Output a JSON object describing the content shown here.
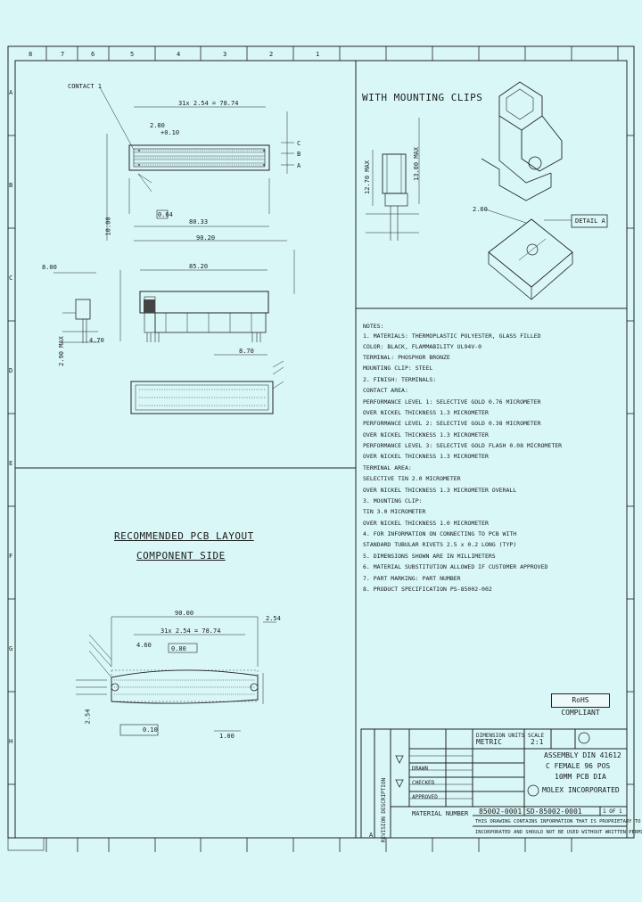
{
  "border": {
    "top_zones": [
      "8",
      "7",
      "6",
      "5",
      "4",
      "3",
      "2",
      "1"
    ],
    "side_zones": [
      "A",
      "B",
      "C",
      "D",
      "E",
      "F",
      "G",
      "H"
    ]
  },
  "view1": {
    "contact_label": "CONTACT 1",
    "dim_pitch": "31x 2.54 = 78.74",
    "dim_280": "2.80",
    "dim_010": "+0.10",
    "dim_overall": "80.33",
    "dim_width": "90.20",
    "dim_pin": "0.64",
    "dim_h": "10.00",
    "row_labels": [
      "C",
      "B",
      "A"
    ]
  },
  "view2": {
    "dim_top": "85.20",
    "dim_left": "8.00",
    "dim_min": "2.90 MAX",
    "dim_right": "8.70",
    "dim_bot": "4.70"
  },
  "mounting": {
    "title": "WITH MOUNTING CLIPS",
    "dim_max": "13.00 MAX",
    "dim_side": "12.70 MAX",
    "dim_clip": "2.60",
    "detail": "DETAIL A"
  },
  "notes": {
    "header": "NOTES:",
    "lines": [
      "1. MATERIALS: THERMOPLASTIC POLYESTER, GLASS FILLED",
      "   COLOR: BLACK, FLAMMABILITY UL94V-0",
      "   TERMINAL: PHOSPHOR BRONZE",
      "   MOUNTING CLIP: STEEL",
      "2. FINISH: TERMINALS:",
      "   CONTACT AREA:",
      "   PERFORMANCE LEVEL 1: SELECTIVE GOLD 0.76 MICROMETER",
      "   OVER NICKEL THICKNESS 1.3 MICROMETER",
      "   PERFORMANCE LEVEL 2: SELECTIVE GOLD 0.38 MICROMETER",
      "   OVER NICKEL THICKNESS 1.3 MICROMETER",
      "   PERFORMANCE LEVEL 3: SELECTIVE GOLD FLASH 0.08 MICROMETER",
      "   OVER NICKEL THICKNESS 1.3 MICROMETER",
      "   TERMINAL AREA:",
      "   SELECTIVE TIN 2.0 MICROMETER",
      "   OVER NICKEL THICKNESS 1.3 MICROMETER OVERALL",
      "3. MOUNTING CLIP:",
      "   TIN 3.0 MICROMETER",
      "   OVER NICKEL THICKNESS 1.0 MICROMETER",
      "4. FOR INFORMATION ON CONNECTING TO PCB WITH",
      "   STANDARD TUBULAR RIVETS 2.5 x 0.2 LONG (TYP)",
      "5. DIMENSIONS SHOWN ARE IN MILLIMETERS",
      "6. MATERIAL SUBSTITUTION ALLOWED IF CUSTOMER APPROVED",
      "7. PART MARKING: PART NUMBER",
      "8. PRODUCT SPECIFICATION PS-85002-002"
    ]
  },
  "layout": {
    "title1": "RECOMMENDED PCB LAYOUT",
    "title2": "COMPONENT SIDE",
    "dim_total": "90.00",
    "dim_pitch": "31x 2.54 = 78.74",
    "dim_right": "2.54",
    "dim_left": "4.60",
    "dim_hole": "0.80",
    "dim_hole2": "0.10",
    "dim_edge": "1.00",
    "dim_edge2": "2.54"
  },
  "rohs": "RoHS COMPLIANT",
  "title_block": {
    "revisions": "REVISION DESCRIPTION",
    "dims_units": "DIMENSION UNITS",
    "scale_label": "SCALE",
    "scale": "2:1",
    "units": "METRIC",
    "drawn": "DRAWN",
    "checked": "CHECKED",
    "approved": "APPROVED",
    "desc1": "ASSEMBLY DIN 41612",
    "desc2": "C FEMALE 96 POS",
    "desc3": "10MM PCB DIA",
    "company": "MOLEX INCORPORATED",
    "doc": "85002-0001",
    "sd": "SD-85002-0001",
    "sheet": "1 OF 1",
    "mat": "MATERIAL NUMBER",
    "disclaimer1": "THIS DRAWING CONTAINS INFORMATION THAT IS PROPRIETARY TO MOLEX",
    "disclaimer2": "INCORPORATED AND SHOULD NOT BE USED WITHOUT WRITTEN PERMISSION",
    "rev": "A"
  }
}
